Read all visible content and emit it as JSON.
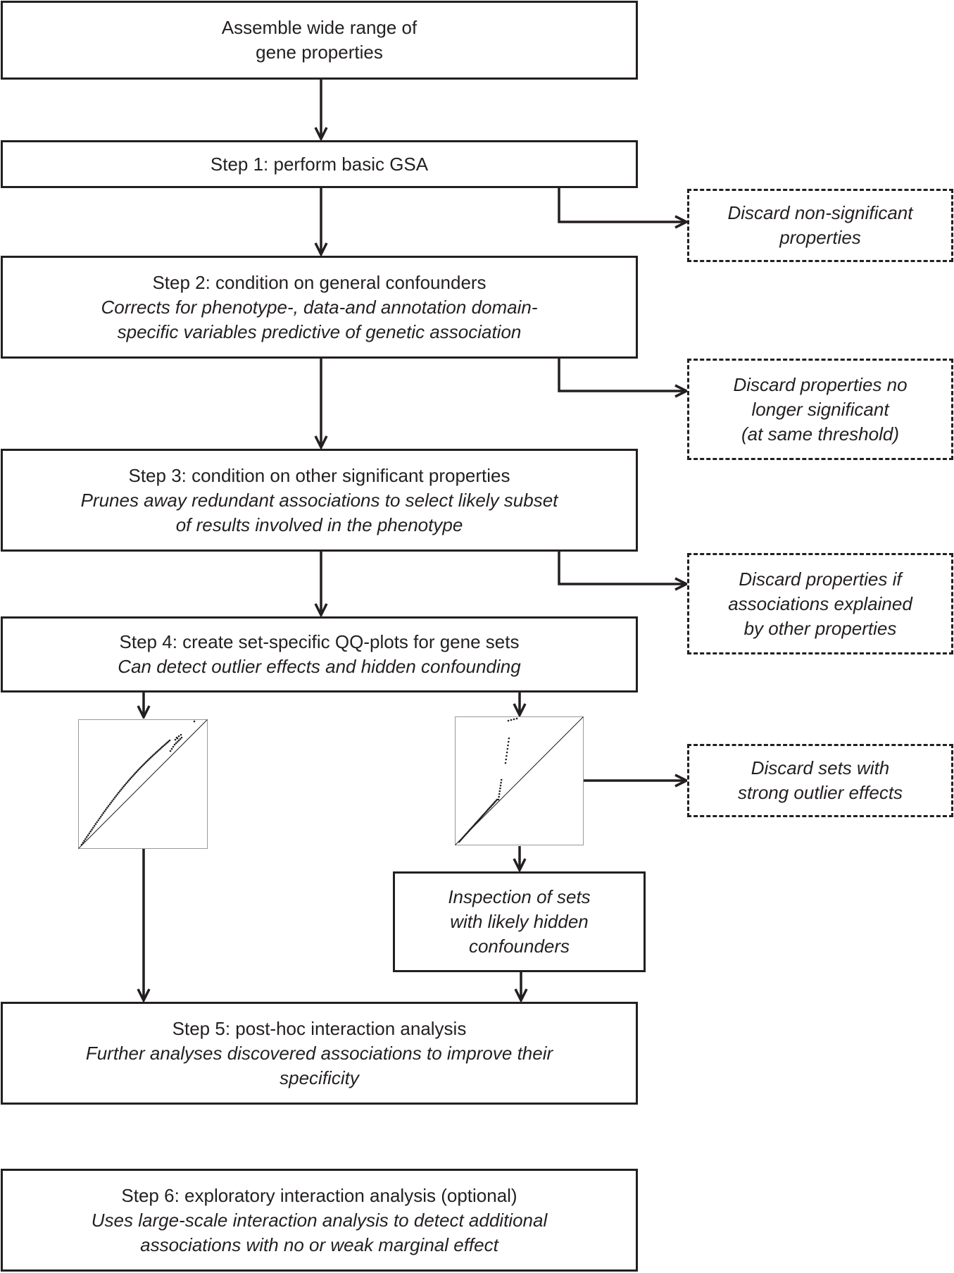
{
  "colors": {
    "ink": "#231f20",
    "plot_frame": "#999999"
  },
  "top_box": {
    "lines": [
      "Assemble wide range of",
      "gene properties"
    ]
  },
  "step1": {
    "title": "Step 1: perform basic GSA"
  },
  "step2": {
    "title": "Step 2: condition on general confounders",
    "desc": [
      "Corrects for phenotype-, data-and annotation domain-",
      "specific variables predictive of genetic association"
    ]
  },
  "step3": {
    "title": "Step 3: condition on other significant properties",
    "desc": [
      "Prunes away redundant associations to select likely subset",
      "of results involved in the phenotype"
    ]
  },
  "step4": {
    "title": "Step 4: create set-specific QQ-plots for gene sets",
    "desc": [
      "Can detect outlier effects and hidden confounding"
    ]
  },
  "step5": {
    "title": "Step 5: post-hoc interaction analysis",
    "desc": [
      "Further analyses discovered associations to improve their",
      "specificity"
    ]
  },
  "step6": {
    "title": "Step 6: exploratory interaction analysis (optional)",
    "desc": [
      "Uses large-scale interaction analysis to detect additional",
      "associations with no or weak marginal effect"
    ]
  },
  "discard1": {
    "lines": [
      "Discard non-significant",
      "properties"
    ]
  },
  "discard2": {
    "lines": [
      "Discard properties no",
      "longer significant",
      "(at same threshold)"
    ]
  },
  "discard3": {
    "lines": [
      "Discard properties if",
      "associations explained",
      "by other properties"
    ]
  },
  "discard4": {
    "lines": [
      "Discard sets with",
      "strong outlier effects"
    ]
  },
  "inspection": {
    "lines": [
      "Inspection of sets",
      "with likely hidden",
      "confounders"
    ]
  }
}
